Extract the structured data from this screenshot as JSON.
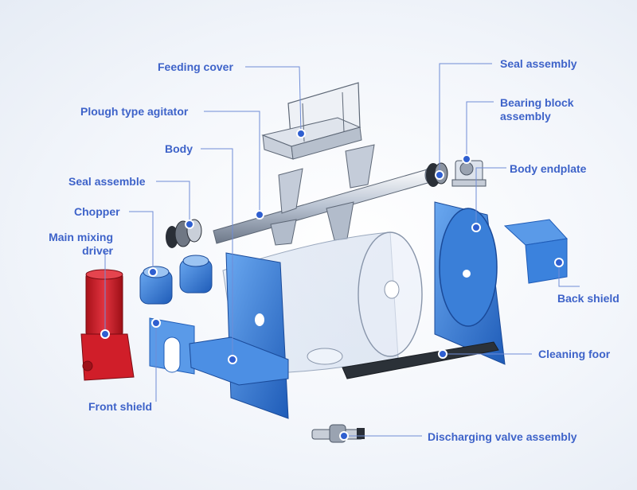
{
  "labels": {
    "feeding_cover": "Feeding cover",
    "plough_type_agitator": "Plough type agitator",
    "body": "Body",
    "seal_assemble": "Seal assemble",
    "chopper": "Chopper",
    "main_mixing_driver": "Main mixing driver",
    "front_shield": "Front shield",
    "seal_assembly": "Seal assembly",
    "bearing_block_assembly": "Bearing block assembly",
    "body_endplate": "Body endplate",
    "back_shield": "Back shield",
    "cleaning_foor": "Cleaning foor",
    "discharging_valve_assembly": "Discharging valve assembly"
  },
  "colors": {
    "label": "#3e63c9",
    "leader": "#6f8cd6",
    "part_blue": "#3d86e0",
    "part_blue_dark": "#1f5cb8",
    "driver_red": "#d51f2a",
    "marker": "#2f5fd0"
  }
}
